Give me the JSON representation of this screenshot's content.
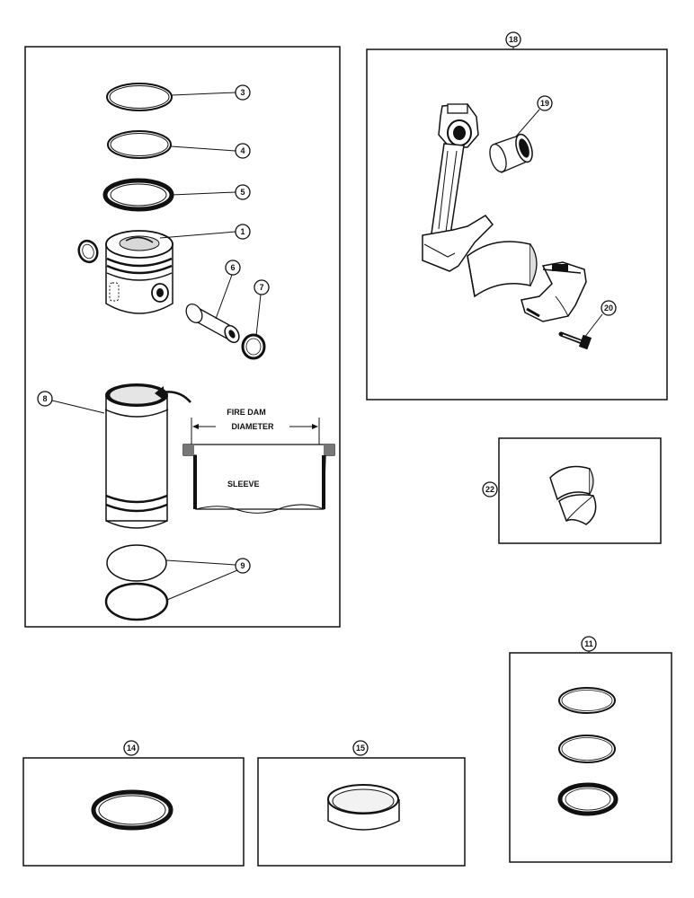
{
  "callouts": {
    "c1": "1",
    "c3": "3",
    "c4": "4",
    "c5": "5",
    "c6": "6",
    "c7": "7",
    "c8": "8",
    "c9": "9",
    "c11": "11",
    "c14": "14",
    "c15": "15",
    "c18": "18",
    "c19": "19",
    "c20": "20",
    "c22": "22"
  },
  "sleeve_detail": {
    "line1": "FIRE DAM",
    "line2": "DIAMETER",
    "sleeve_label": "SLEEVE"
  },
  "colors": {
    "ink": "#111111",
    "paper": "#ffffff"
  }
}
